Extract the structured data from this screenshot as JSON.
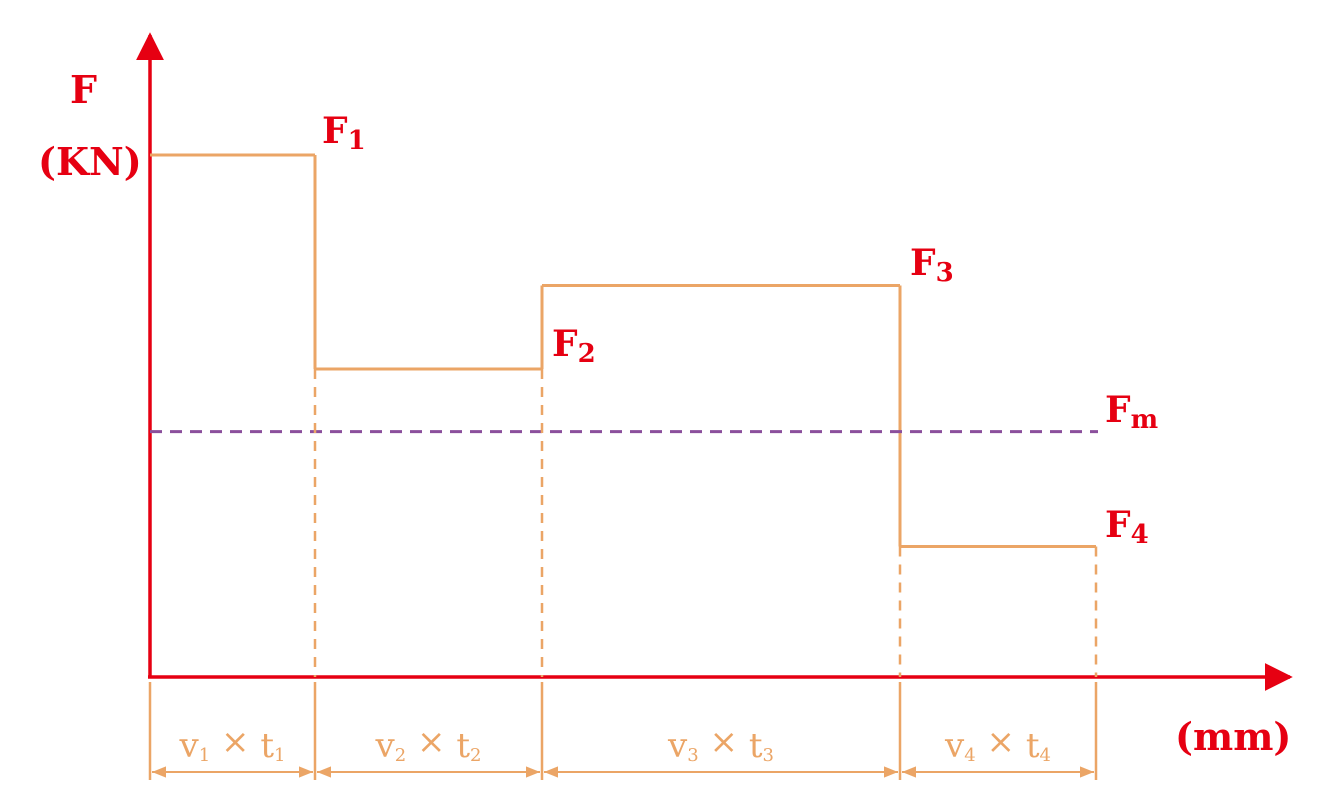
{
  "axes": {
    "y_label": "F",
    "y_unit": "(KN)",
    "x_unit": "(mm)"
  },
  "forces": [
    {
      "base": "F",
      "sub": "1",
      "level": 1.0
    },
    {
      "base": "F",
      "sub": "2",
      "level": 0.59
    },
    {
      "base": "F",
      "sub": "3",
      "level": 0.75
    },
    {
      "base": "F",
      "sub": "4",
      "level": 0.25
    }
  ],
  "mean_force": {
    "base": "F",
    "sub": "m",
    "level": 0.47
  },
  "segments": [
    {
      "v": "v",
      "v_sub": "1",
      "t": "t",
      "t_sub": "1",
      "times": "×"
    },
    {
      "v": "v",
      "v_sub": "2",
      "t": "t",
      "t_sub": "2",
      "times": "×"
    },
    {
      "v": "v",
      "v_sub": "3",
      "t": "t",
      "t_sub": "3",
      "times": "×"
    },
    {
      "v": "v",
      "v_sub": "4",
      "t": "t",
      "t_sub": "4",
      "times": "×"
    }
  ],
  "colors": {
    "axis": "#e60012",
    "step": "#eba566",
    "mean": "#8b4f9c"
  }
}
